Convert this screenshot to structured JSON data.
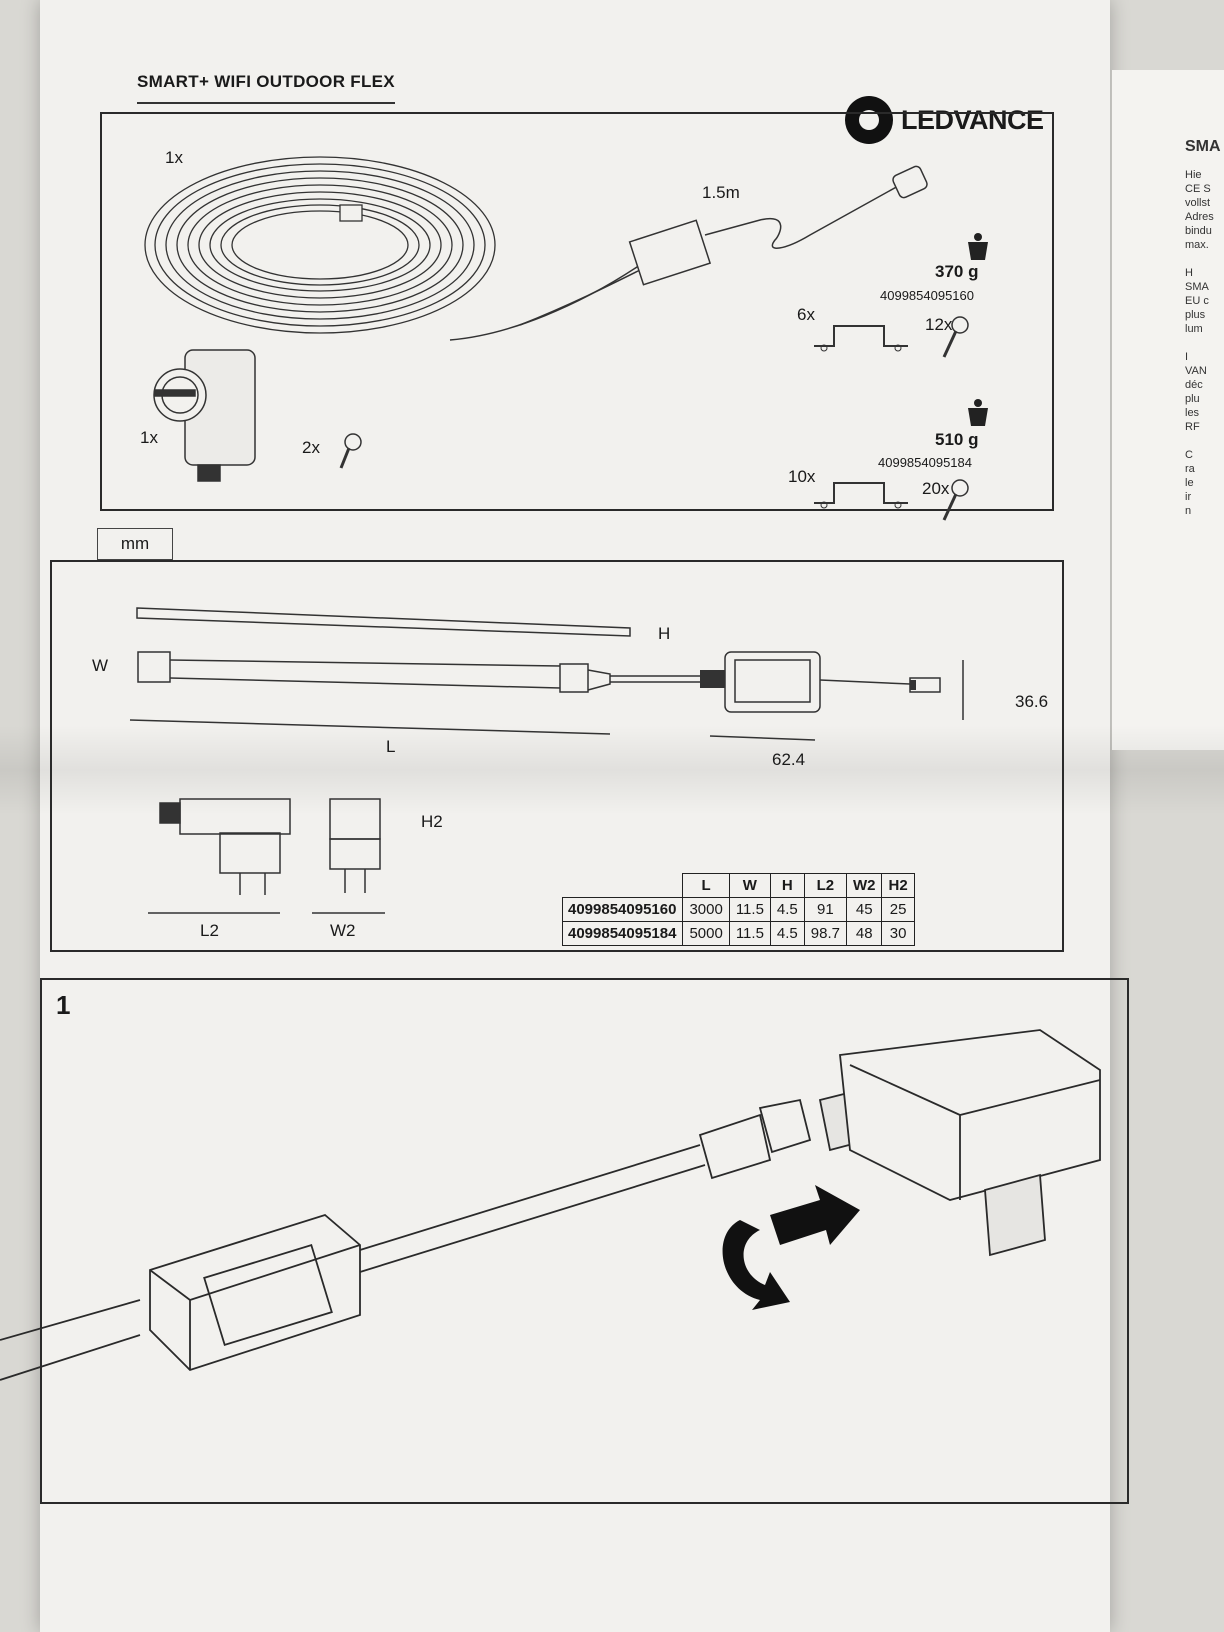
{
  "header": {
    "product_title": "SMART+ WIFI OUTDOOR FLEX",
    "brand": "LEDVANCE"
  },
  "contents": {
    "strip_qty": "1x",
    "cable_length": "1.5m",
    "adapter_qty": "1x",
    "screw_small_qty": "2x",
    "variant_a": {
      "weight": "370 g",
      "ean": "4099854095160",
      "clips": "6x",
      "screws": "12x"
    },
    "variant_b": {
      "weight": "510 g",
      "ean": "4099854095184",
      "clips": "10x",
      "screws": "20x"
    }
  },
  "dimensions": {
    "unit": "mm",
    "labels": {
      "H": "H",
      "W": "W",
      "L": "L",
      "width_controller": "62.4",
      "height_controller": "36.6",
      "H2": "H2",
      "L2": "L2",
      "W2": "W2"
    },
    "table": {
      "headers": [
        "L",
        "W",
        "H",
        "L2",
        "W2",
        "H2"
      ],
      "rows": [
        {
          "ean": "4099854095160",
          "values": [
            "3000",
            "11.5",
            "4.5",
            "91",
            "45",
            "25"
          ]
        },
        {
          "ean": "4099854095184",
          "values": [
            "5000",
            "11.5",
            "4.5",
            "98.7",
            "48",
            "30"
          ]
        }
      ]
    }
  },
  "step": {
    "number": "1"
  },
  "right_page": {
    "title": "SMA",
    "lines": [
      "Hie",
      "CE S",
      "vollst",
      "Adres",
      "bindu",
      "max.",
      "",
      "H",
      "SMA",
      "EU c",
      "plus",
      "lum",
      "",
      "I",
      "VAN",
      "déc",
      "plu",
      "les",
      "RF",
      "",
      "C",
      "ra",
      "le",
      "ir",
      "n"
    ]
  }
}
